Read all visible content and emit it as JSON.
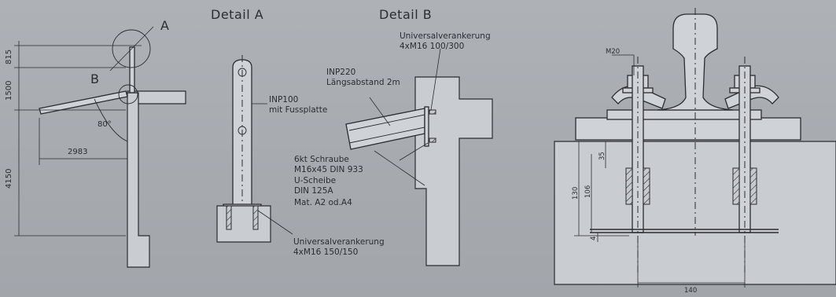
{
  "overview": {
    "callout_a": "A",
    "callout_b": "B",
    "dim_815": "815",
    "dim_1500": "1500",
    "dim_4150": "4150",
    "dim_2983": "2983",
    "angle": "80°"
  },
  "detail_a": {
    "title": "Detail A",
    "profile_line1": "INP100",
    "profile_line2": "mit Fussplatte",
    "anchor_line1": "Universalverankerung",
    "anchor_line2": "4xM16 150/150"
  },
  "detail_b": {
    "title": "Detail B",
    "anchor_line1": "Universalverankerung",
    "anchor_line2": "4xM16 100/300",
    "beam_line1": "INP220",
    "beam_line2": "Längsabstand 2m",
    "screw_line1": "6kt Schraube",
    "screw_line2": "M16x45 DIN 933",
    "washer_line1": "U-Scheibe",
    "washer_line2": "DIN 125A",
    "material": "Mat. A2 od.A4"
  },
  "rail_section": {
    "bolt_label": "M20",
    "dim_35": "35",
    "dim_106": "106",
    "dim_130": "130",
    "dim_4": "4",
    "dim_140": "140"
  }
}
